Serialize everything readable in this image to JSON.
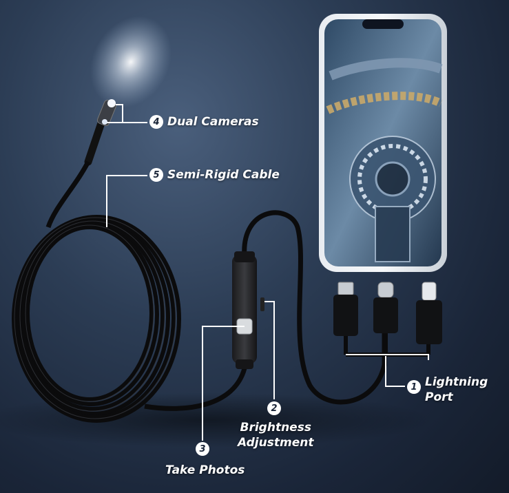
{
  "callouts": {
    "lightning": {
      "number": "1",
      "line1": "Lightning",
      "line2": "Port"
    },
    "brightness": {
      "number": "2",
      "line1": "Brightness",
      "line2": "Adjustment"
    },
    "photos": {
      "number": "3",
      "label": "Take Photos"
    },
    "cameras": {
      "number": "4",
      "label": "Dual Cameras"
    },
    "cable": {
      "number": "5",
      "label": "Semi-Rigid Cable"
    }
  },
  "colors": {
    "background": "#1f2c40",
    "cable": "#0b0b0c",
    "callout_text": "#ffffff",
    "leader_line": "#ffffff",
    "camera_light": "#ffffff"
  },
  "icons": {
    "camera_light": "light-beam-icon",
    "connectors": [
      "micro-usb-plug-icon",
      "usb-c-plug-icon",
      "lightning-plug-icon"
    ]
  }
}
